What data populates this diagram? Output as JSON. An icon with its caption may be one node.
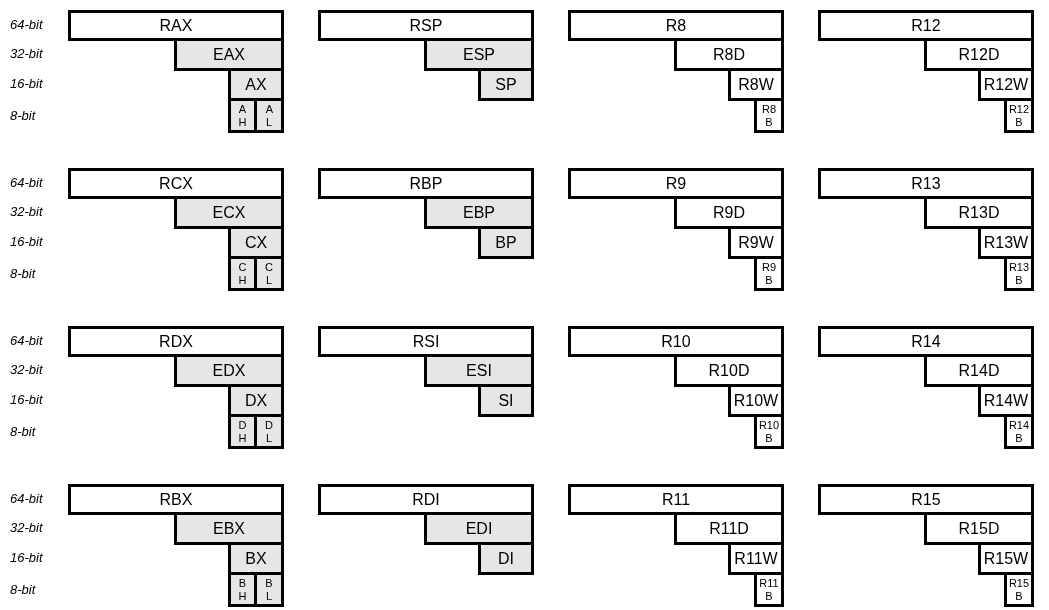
{
  "diagram": {
    "nodes": [
      {
        "text": [
          "RAX"
        ]
      },
      {
        "text": [
          "EAX"
        ]
      },
      {
        "text": [
          "AX"
        ]
      },
      {
        "text": [
          "A H"
        ]
      },
      {
        "text": [
          "A L"
        ]
      },
      {
        "text": [
          "RSP"
        ]
      },
      {
        "text": [
          "ESP"
        ]
      },
      {
        "text": [
          "SP"
        ]
      },
      {
        "text": [
          "R8"
        ]
      },
      {
        "text": [
          "R8D"
        ]
      },
      {
        "text": [
          "R8W"
        ]
      },
      {
        "text": [
          "R8 B"
        ]
      },
      {
        "text": [
          "R12"
        ]
      },
      {
        "text": [
          "R12D"
        ]
      },
      {
        "text": [
          "R12W"
        ]
      },
      {
        "text": [
          "R12 B"
        ]
      },
      {
        "text": [
          "RCX"
        ]
      },
      {
        "text": [
          "ECX"
        ]
      },
      {
        "text": [
          "CX"
        ]
      },
      {
        "text": [
          "C H"
        ]
      },
      {
        "text": [
          "C L"
        ]
      },
      {
        "text": [
          "RBP"
        ]
      },
      {
        "text": [
          "EBP"
        ]
      },
      {
        "text": [
          "BP"
        ]
      },
      {
        "text": [
          "R9"
        ]
      },
      {
        "text": [
          "R9D"
        ]
      },
      {
        "text": [
          "R9W"
        ]
      },
      {
        "text": [
          "R9 B"
        ]
      },
      {
        "text": [
          "R13"
        ]
      },
      {
        "text": [
          "R13D"
        ]
      },
      {
        "text": [
          "R13W"
        ]
      },
      {
        "text": [
          "R13 B"
        ]
      },
      {
        "text": [
          "RDX"
        ]
      },
      {
        "text": [
          "EDX"
        ]
      },
      {
        "text": [
          "DX"
        ]
      },
      {
        "text": [
          "D H"
        ]
      },
      {
        "text": [
          "D L"
        ]
      },
      {
        "text": [
          "RSI"
        ]
      },
      {
        "text": [
          "ESI"
        ]
      },
      {
        "text": [
          "SI"
        ]
      },
      {
        "text": [
          "R10"
        ]
      },
      {
        "text": [
          "R10D"
        ]
      },
      {
        "text": [
          "R10W"
        ]
      },
      {
        "text": [
          "R10 B"
        ]
      },
      {
        "text": [
          "R14"
        ]
      },
      {
        "text": [
          "R14D"
        ]
      },
      {
        "text": [
          "R14W"
        ]
      },
      {
        "text": [
          "R14 B"
        ]
      },
      {
        "text": [
          "RBX"
        ]
      },
      {
        "text": [
          "EBX"
        ]
      },
      {
        "text": [
          "BX"
        ]
      },
      {
        "text": [
          "B H"
        ]
      },
      {
        "text": [
          "B L"
        ]
      },
      {
        "text": [
          "RDI"
        ]
      },
      {
        "text": [
          "EDI"
        ]
      },
      {
        "text": [
          "DI"
        ]
      },
      {
        "text": [
          "R11"
        ]
      },
      {
        "text": [
          "R11D"
        ]
      },
      {
        "text": [
          "R11W"
        ]
      },
      {
        "text": [
          "R11 B"
        ]
      },
      {
        "text": [
          "R15"
        ]
      },
      {
        "text": [
          "R15D"
        ]
      },
      {
        "text": [
          "R15W"
        ]
      },
      {
        "text": [
          "R15 B"
        ]
      }
    ],
    "labels": [
      "64-bit",
      "32-bit",
      "16-bit",
      "8-bit",
      "64-bit",
      "32-bit",
      "16-bit",
      "8-bit",
      "64-bit",
      "32-bit",
      "16-bit",
      "8-bit",
      "64-bit",
      "32-bit",
      "16-bit",
      "8-bit"
    ]
  }
}
